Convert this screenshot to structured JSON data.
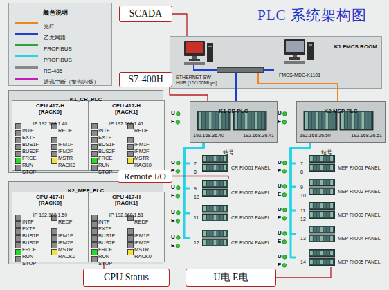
{
  "diagram": {
    "title": "PLC 系统架构图",
    "nodes": [
      {
        "text": [
          "K1 FMCS ROOM"
        ]
      },
      {
        "text": [
          "ETHERNET SW HUB (10/100Mbps)"
        ],
        "in": 0
      },
      {
        "text": [
          "FMCS-MDC-K1101"
        ],
        "in": 0
      },
      {
        "text": [
          "K1 CR PLC",
          "192.168.36.40",
          "192.168.36.41"
        ]
      },
      {
        "text": [
          "K2 MEP PLC",
          "192.168.36.50",
          "192.168.36.51"
        ]
      },
      {
        "text": [
          "CR RIO01 PANEL"
        ]
      },
      {
        "text": [
          "CR RIO02 PANEL"
        ]
      },
      {
        "text": [
          "CR RIO03 PANEL"
        ]
      },
      {
        "text": [
          "CR RIO04 PANEL"
        ]
      },
      {
        "text": [
          "MEP RIO01 PANEL"
        ]
      },
      {
        "text": [
          "MEP RIO02 PANEL"
        ]
      },
      {
        "text": [
          "MEP RIO03 PANEL"
        ]
      },
      {
        "text": [
          "MEP RIO04 PANEL"
        ]
      },
      {
        "text": [
          "MEP RIO05 PANEL"
        ]
      },
      {
        "text": [
          "K1_CR_PLC"
        ]
      },
      {
        "text": [
          "CPU 417-H [RACK0]",
          "IP 192.168.1.40",
          "INTF",
          "REDF",
          "EXTF",
          "BUS1F",
          "IFM1F",
          "BUS2F",
          "IFM2F",
          "FRCE",
          "MSTR",
          "RUN",
          "RACK0",
          "STOP"
        ],
        "in": 14
      },
      {
        "text": [
          "CPU 417-H [RACK1]",
          "IP 192.168.1.41",
          "INTF",
          "REDF",
          "EXTF",
          "BUS1F",
          "IFM1F",
          "BUS2F",
          "IFM2F",
          "FRCE",
          "MSTR",
          "RUN",
          "RACK0",
          "STOP"
        ],
        "in": 14
      },
      {
        "text": [
          "K2_MEP_PLC"
        ]
      },
      {
        "text": [
          "CPU 417-H [RACK0]",
          "IP 192.168.1.50",
          "INTF",
          "REDF",
          "EXTF",
          "BUS1F",
          "IFM1F",
          "BUS2F",
          "IFM2F",
          "FRCE",
          "MSTR",
          "RUN",
          "RACK0",
          "STOP"
        ],
        "in": 17
      },
      {
        "text": [
          "CPU 417-H [RACK1]",
          "IP 192.168.1.51",
          "INTF",
          "REDF",
          "EXTF",
          "BUS1F",
          "IFM1F",
          "BUS2F",
          "IFM2F",
          "FRCE",
          "MSTR",
          "RUN",
          "RACK0",
          "STOP"
        ],
        "in": 17
      },
      {
        "text": [
          "SCADA"
        ]
      },
      {
        "text": [
          "S7-400H"
        ]
      },
      {
        "text": [
          "Remote I/O"
        ]
      },
      {
        "text": [
          "CPU Status"
        ]
      },
      {
        "text": [
          "U电 E电"
        ]
      }
    ],
    "edges": [
      {
        "from": 2,
        "to": 1,
        "arrow": "none"
      },
      {
        "from": 1,
        "to": 3,
        "arrow": "none"
      },
      {
        "from": 1,
        "to": 4,
        "arrow": "none"
      },
      {
        "from": 3,
        "to": 5,
        "arrow": "none"
      },
      {
        "from": 3,
        "to": 6,
        "arrow": "none"
      },
      {
        "from": 3,
        "to": 7,
        "arrow": "none"
      },
      {
        "from": 3,
        "to": 8,
        "arrow": "none"
      },
      {
        "from": 4,
        "to": 9,
        "arrow": "none"
      },
      {
        "from": 4,
        "to": 10,
        "arrow": "none"
      },
      {
        "from": 4,
        "to": 11,
        "arrow": "none"
      },
      {
        "from": 4,
        "to": 12,
        "arrow": "none"
      },
      {
        "from": 4,
        "to": 13,
        "arrow": "none"
      },
      {
        "from": 20,
        "to": 0,
        "arrow": "none"
      },
      {
        "from": 21,
        "to": 3,
        "arrow": "none"
      },
      {
        "from": 22,
        "to": 6,
        "arrow": "none"
      },
      {
        "from": 23,
        "to": 19,
        "arrow": "none"
      },
      {
        "from": 24,
        "to": 13,
        "arrow": "none"
      }
    ],
    "labels": [
      "颜色说明",
      "站号",
      "站号",
      "7",
      "8",
      "9",
      "10",
      "11",
      "12",
      "7",
      "8",
      "9",
      "10",
      "11",
      "12",
      "13",
      "14",
      "U",
      "E",
      "U",
      "E",
      "U",
      "E",
      "U",
      "E",
      "U",
      "E",
      "U",
      "E",
      "U",
      "E",
      "U",
      "E",
      "U",
      "E",
      "U",
      "E",
      "U",
      "E"
    ],
    "legend": [
      {
        "text": "光纤",
        "color": "#f0851e"
      },
      {
        "text": "乙太网路",
        "color": "#1c3fd0"
      },
      {
        "text": "PROFIBUS",
        "color": "#2aa33a"
      },
      {
        "text": "PROFIBUS",
        "color": "#27d3e6"
      },
      {
        "text": "RS-485",
        "color": "#8a8a8a"
      },
      {
        "text": "通讯中断（警告闪烁）",
        "color": "#c020c0"
      }
    ]
  }
}
